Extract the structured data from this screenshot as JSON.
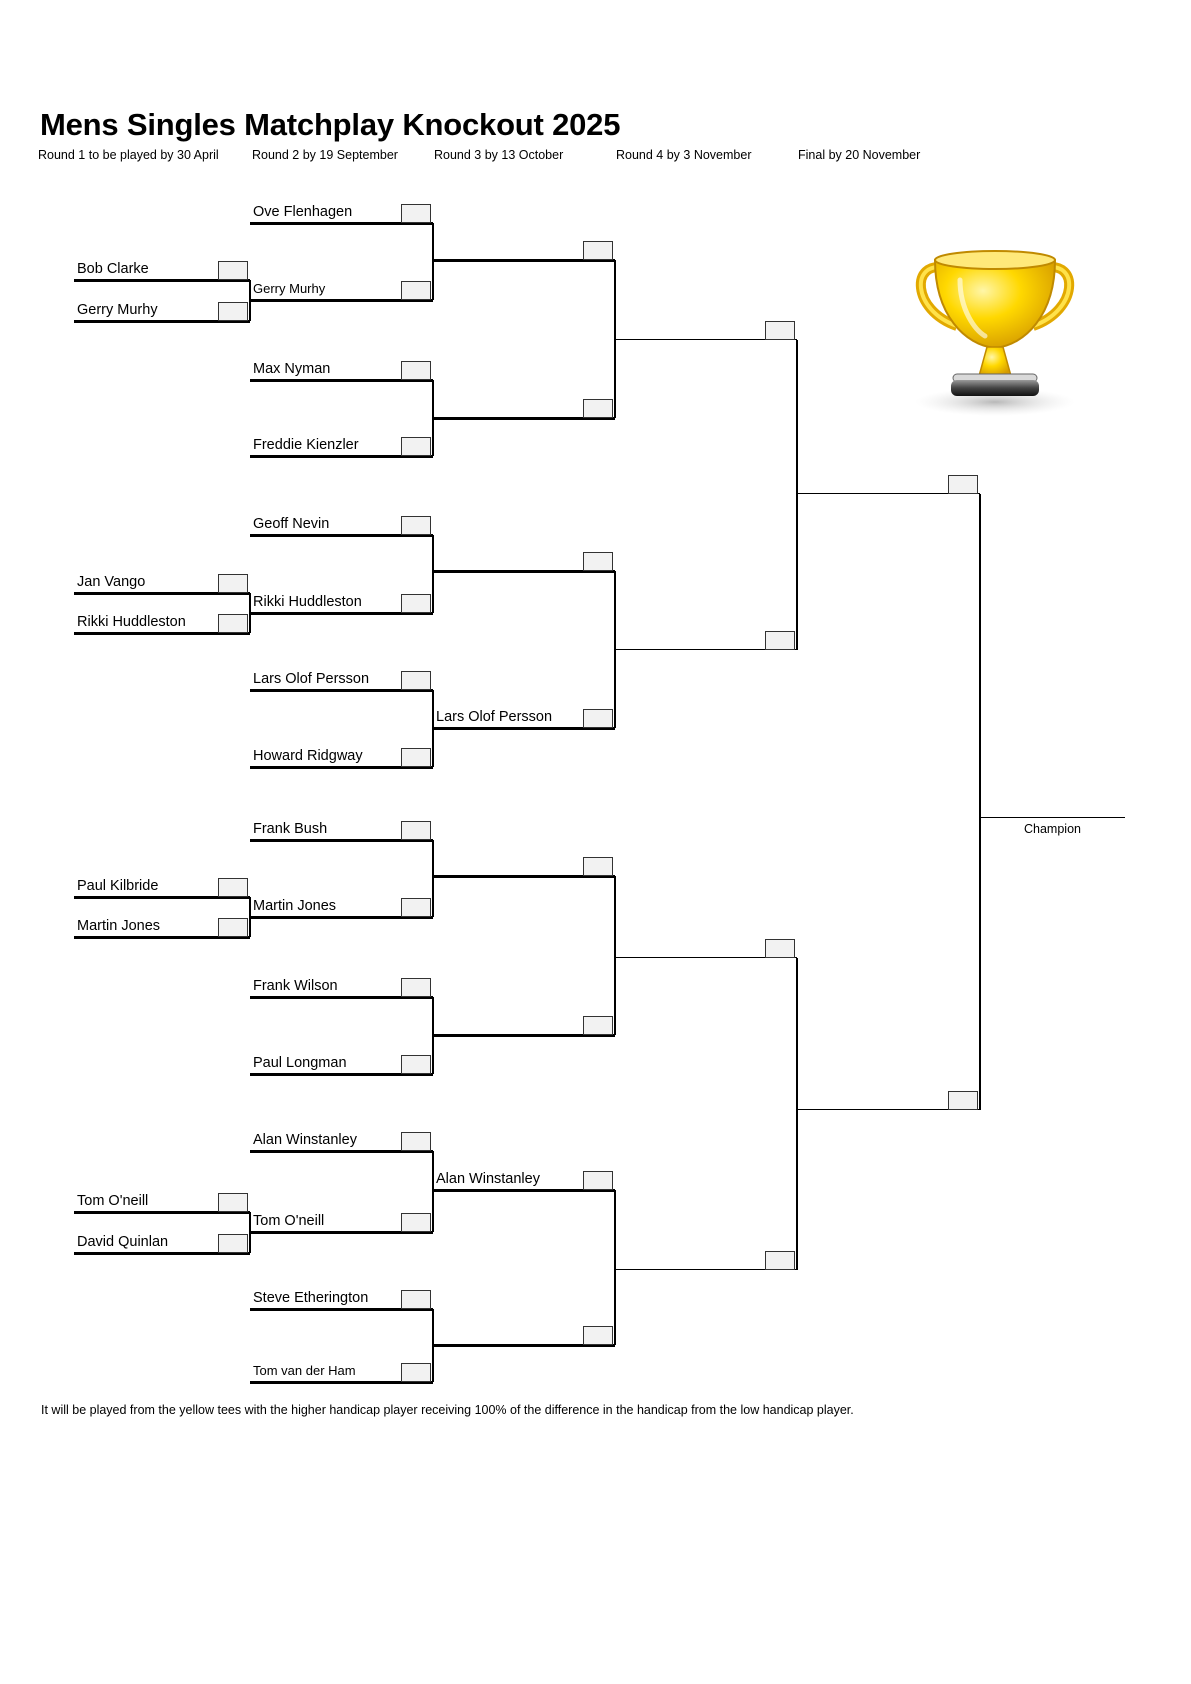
{
  "title": "Mens Singles Matchplay Knockout 2025",
  "round_headers": [
    "Round 1 to be played by 30 April",
    "Round 2 by 19 September",
    "Round 3 by 13 October",
    "Round 4 by 3 November",
    "Final by 20 November"
  ],
  "round1": [
    [
      "Bob Clarke",
      "Gerry Murhy"
    ],
    [
      "Jan Vango",
      "Rikki Huddleston"
    ],
    [
      "Paul Kilbride",
      "Martin Jones"
    ],
    [
      "Tom O'neill",
      "David Quinlan"
    ]
  ],
  "round2": [
    [
      "Ove Flenhagen",
      "Gerry Murhy"
    ],
    [
      "Max Nyman",
      "Freddie Kienzler"
    ],
    [
      "Geoff Nevin",
      "Rikki Huddleston"
    ],
    [
      "Lars Olof Persson",
      "Howard Ridgway"
    ],
    [
      "Frank Bush",
      "Martin Jones"
    ],
    [
      "Frank Wilson",
      "Paul Longman"
    ],
    [
      "Alan Winstanley",
      "Tom O'neill"
    ],
    [
      "Steve Etherington",
      "Tom van der Ham"
    ]
  ],
  "round3": [
    [
      "",
      ""
    ],
    [
      "",
      "Lars Olof Persson"
    ],
    [
      "",
      ""
    ],
    [
      "Alan Winstanley",
      ""
    ]
  ],
  "round4": [
    [
      "",
      ""
    ],
    [
      "",
      ""
    ]
  ],
  "final": [
    "",
    ""
  ],
  "champion_label": "Champion",
  "trophy_icon": "trophy-icon",
  "footer_note": "It will be played from the yellow tees with the higher handicap player receiving 100% of the difference in the handicap from the low handicap player."
}
